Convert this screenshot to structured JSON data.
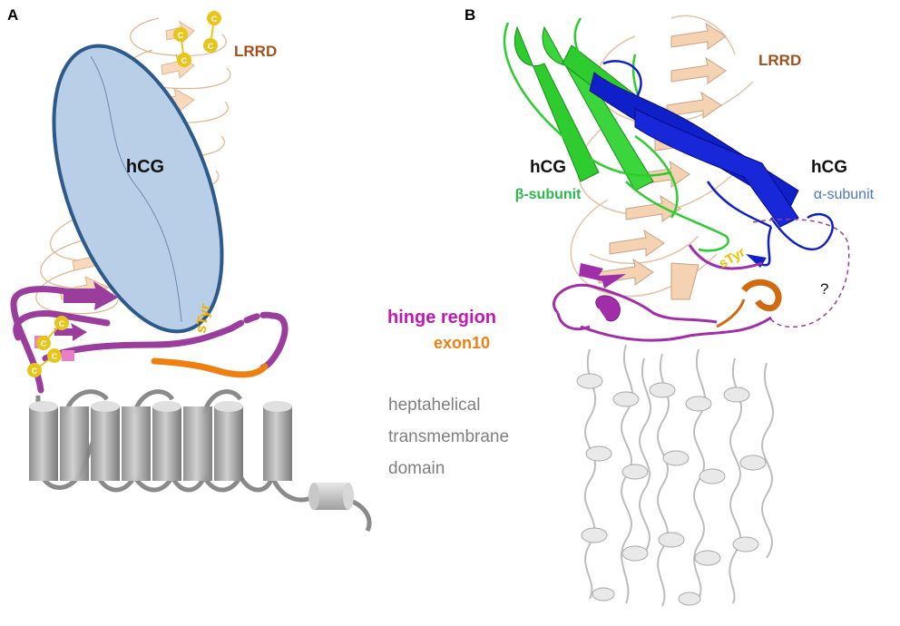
{
  "panel_a": {
    "letter": "A",
    "lrrd": "LRRD",
    "hcg": "hCG",
    "styr": "sTyr",
    "cys": "C",
    "tm_line1": "heptahelical",
    "tm_line2": "transmembrane",
    "tm_line3": "domain"
  },
  "panel_b": {
    "letter": "B",
    "lrrd": "LRRD",
    "hcg_beta": "hCG",
    "beta_subunit": "β-subunit",
    "hcg_alpha": "hCG",
    "alpha_subunit": "α-subunit",
    "styr": "sTyr",
    "hinge": "hinge region",
    "exon10": "exon10",
    "question": "?"
  },
  "colors": {
    "lrrd_arrow_fill": "#f8d9bd",
    "lrrd_arrow_stroke": "#e2b48c",
    "lrrd_label": "#a0521e",
    "hcg_fill": "#b9cfe8",
    "hcg_stroke": "#2d5a8a",
    "hinge": "#9b3d9c",
    "hinge_label": "#c318b7",
    "exon10": "#f07f12",
    "cys": "#e8c51b",
    "styr": "#f0b400",
    "tm_gray": "#9a9a9a",
    "beta_green": "#2fcc2f",
    "alpha_blue": "#1020c8",
    "alpha_label": "#4a78bf",
    "beta_label": "#29b84a",
    "tm_label": "#808080"
  }
}
